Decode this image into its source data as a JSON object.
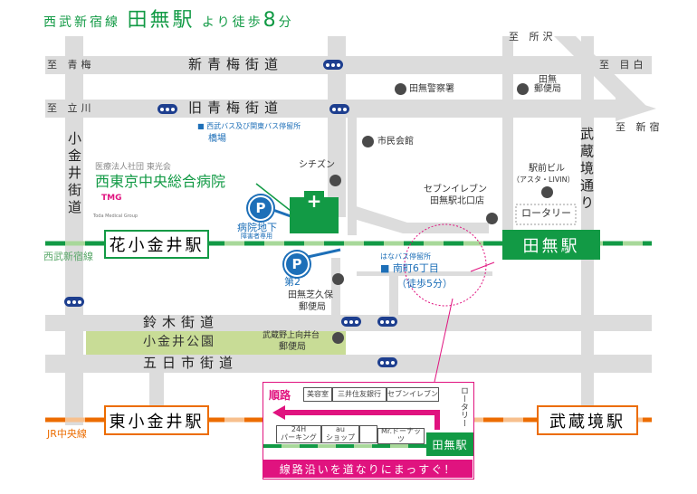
{
  "title": {
    "line": "西武新宿線",
    "station": "田無駅",
    "from": "より徒歩",
    "minutes": "8",
    "unit": "分"
  },
  "directions": {
    "tokorozawa": "至 所沢",
    "ome": "至 青梅",
    "mejiro": "至 目白",
    "tachikawa": "至 立川",
    "shinjuku": "至 新宿"
  },
  "roads": {
    "shin_ome": "新青梅街道",
    "kyu_ome": "旧青梅街道",
    "koganei": "小金井街道",
    "musashisakai": "武蔵境通り",
    "suzuki": "鈴木街道",
    "itsukaichi": "五日市街道"
  },
  "park": "小金井公園",
  "lines": {
    "seibu": "西武新宿線",
    "jr": "JR中央線"
  },
  "stations": {
    "hanakoganei": "花小金井駅",
    "tanashi": "田無駅",
    "higashikoganei": "東小金井駅",
    "musashisakai": "武蔵境駅"
  },
  "hospital": {
    "corp": "医療法人社団 東光会",
    "name": "西東京中央総合病院",
    "logo": "TMG",
    "logo_sub": "Toda Medical Group"
  },
  "parking": {
    "p1_label": "病院地下",
    "p1_sub": "障害者専用",
    "p2_label": "第2",
    "symbol": "P"
  },
  "bus_stops": {
    "hashiba_title": "西武バス及び関東バス停留所",
    "hashiba": "橋場",
    "hana_title": "はなバス停留所",
    "minamicho": "南町6丁目",
    "walk": "（徒歩5分）"
  },
  "pois": {
    "police": "田無警察署",
    "tanashi_post": "田無\n郵便局",
    "civic": "市民会館",
    "citizen": "シチズン",
    "ekimae": "駅前ビル",
    "ekimae_sub": "（アスタ・LIVIN）",
    "seven": "セブンイレブン",
    "seven_sub": "田無駅北口店",
    "rotary": "ロータリー",
    "shibakubo_post": "田無芝久保",
    "shibakubo_post2": "郵便局",
    "mukaidai_post": "武蔵野上向井台",
    "mukaidai_post2": "郵便局"
  },
  "route": {
    "title": "順路",
    "shops_top": [
      "美容室",
      "三井住友銀行",
      "セブンイレブン"
    ],
    "shops_bottom": [
      "24H\nパーキング",
      "au\nショップ",
      "",
      "Mr.ドーナッツ"
    ],
    "rotary": "ロータリー",
    "station": "田無駅",
    "banner": "線路沿いを道なりにまっすぐ！"
  },
  "colors": {
    "green": "#129a45",
    "road": "#dcdcdc",
    "pink": "#e0137f",
    "orange": "#ec6c00",
    "blue": "#1d6fb8"
  }
}
